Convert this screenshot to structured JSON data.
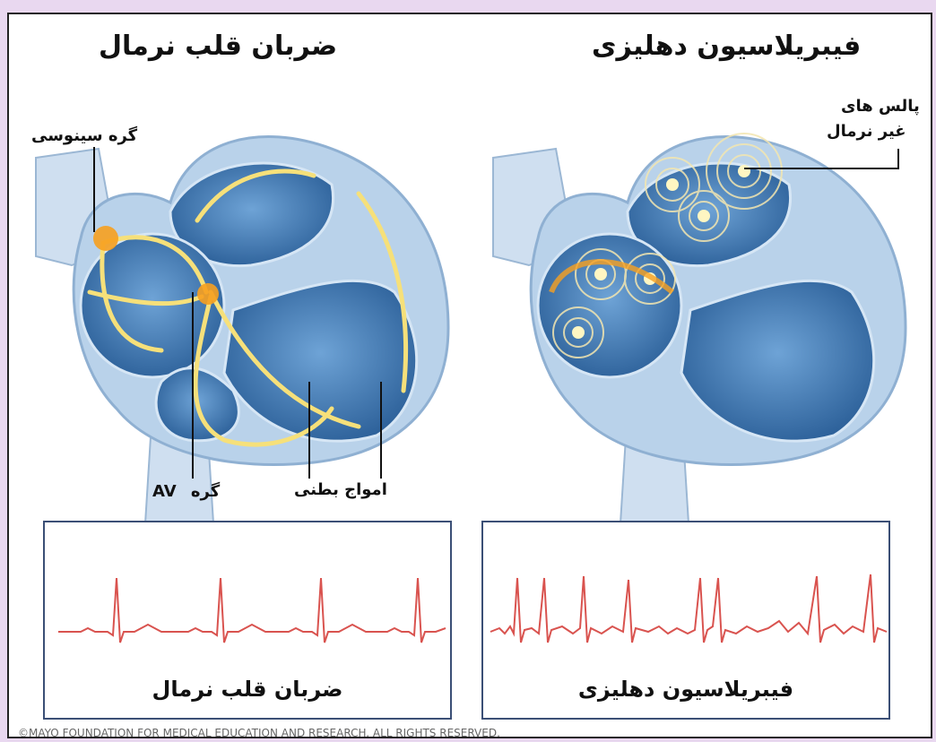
{
  "titles": {
    "normal": "ضربان قلب نرمال",
    "afib": "فیبریلاسیون دهلیزی"
  },
  "labels": {
    "sinus_node": "گره سینوسی",
    "av_node_text": "گره",
    "av_node_abbr": "AV",
    "ventricular_waves": "امواج بطنی",
    "abnormal_pulses_line1": "پالس های",
    "abnormal_pulses_line2": "غیر نرمال"
  },
  "ecg": {
    "normal_caption": "ضربان قلب نرمال",
    "afib_caption": "فیبریلاسیون دهلیزی"
  },
  "copyright": "©MAYO FOUNDATION FOR MEDICAL EDUCATION AND RESEARCH. ALL RIGHTS RESERVED.",
  "colors": {
    "heart_outer": "#a9c7e3",
    "heart_inner": "#2f6fae",
    "signal": "#f6e07a",
    "ecg_line": "#d9534f",
    "ecg_border": "#3b4f76"
  }
}
